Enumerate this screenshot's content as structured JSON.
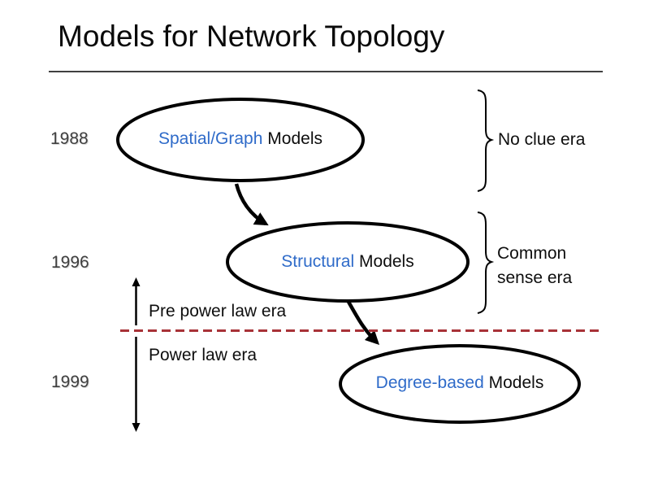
{
  "title": "Models for Network Topology",
  "colors": {
    "accent_blue": "#2F6BC9",
    "divider_red": "#A83238",
    "year_gray": "#3F3F3F",
    "ink": "#000000"
  },
  "timeline": {
    "years": [
      {
        "label": "1988"
      },
      {
        "label": "1996"
      },
      {
        "label": "1999"
      }
    ]
  },
  "nodes": {
    "spatial": {
      "highlight": "Spatial/Graph",
      "rest": "Models"
    },
    "structural": {
      "highlight": "Structural",
      "rest": "Models"
    },
    "degree": {
      "highlight": "Degree-based",
      "rest": "Models"
    }
  },
  "eras": {
    "no_clue": {
      "label": "No clue era"
    },
    "common_sense": {
      "line1": "Common",
      "line2": "sense era"
    },
    "pre_power_law": {
      "label": "Pre power law era"
    },
    "power_law": {
      "label": "Power law era"
    }
  }
}
